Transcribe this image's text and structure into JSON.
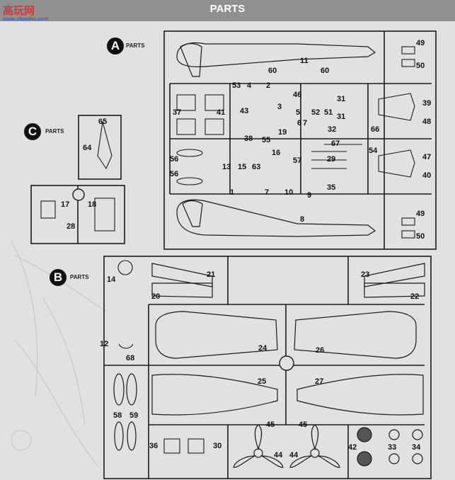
{
  "header": {
    "title": "PARTS"
  },
  "watermark": {
    "text": "高玩网",
    "sub": "www.showhs.com"
  },
  "colors": {
    "header_bg": "#909090",
    "ink": "#1a1a1a",
    "paper": "#e1e1e1"
  },
  "sprues": {
    "A": {
      "letter": "A",
      "label": "PARTS"
    },
    "B": {
      "letter": "B",
      "label": "PARTS"
    },
    "C": {
      "letter": "C",
      "label": "PARTS"
    }
  },
  "parts": {
    "A": [
      "11",
      "53",
      "4",
      "60",
      "2",
      "60",
      "46",
      "3",
      "52",
      "5",
      "51",
      "31",
      "31",
      "39",
      "48",
      "37",
      "41",
      "43",
      "6",
      "7",
      "32",
      "66",
      "19",
      "38",
      "55",
      "16",
      "54",
      "67",
      "47",
      "40",
      "56",
      "13",
      "15",
      "63",
      "57",
      "29",
      "56",
      "1",
      "7",
      "10",
      "9",
      "35",
      "8",
      "49",
      "50",
      "49",
      "50"
    ],
    "B": [
      "14",
      "21",
      "23",
      "20",
      "22",
      "12",
      "68",
      "24",
      "26",
      "25",
      "27",
      "58",
      "59",
      "45",
      "45",
      "36",
      "30",
      "44",
      "44",
      "42",
      "33",
      "34"
    ],
    "C": [
      "65",
      "64",
      "17",
      "18",
      "28"
    ]
  }
}
